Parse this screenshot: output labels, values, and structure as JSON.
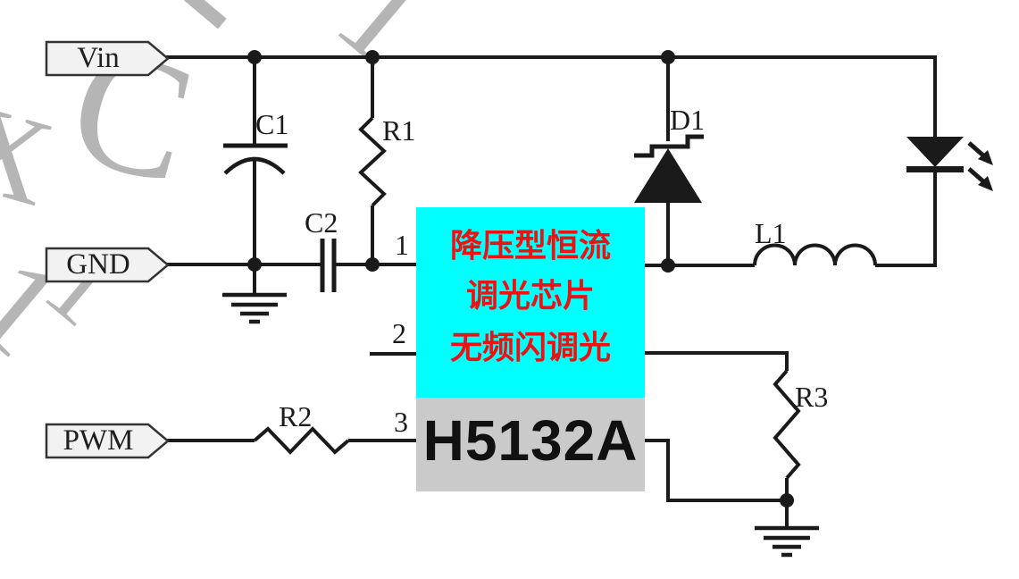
{
  "connectors": {
    "vin": {
      "label": "Vin"
    },
    "gnd": {
      "label": "GND"
    },
    "pwm": {
      "label": "PWM"
    }
  },
  "components": {
    "c1": {
      "label": "C1",
      "symbol": "polarized-capacitor"
    },
    "c2": {
      "label": "C2",
      "symbol": "capacitor"
    },
    "r1": {
      "label": "R1",
      "symbol": "resistor"
    },
    "r2": {
      "label": "R2",
      "symbol": "resistor"
    },
    "r3": {
      "label": "R3",
      "symbol": "resistor"
    },
    "d1": {
      "label": "D1",
      "symbol": "schottky-diode"
    },
    "l1": {
      "label": "L1",
      "symbol": "inductor"
    },
    "led": {
      "symbol": "led-with-emission-arrows"
    },
    "ground": {
      "symbol": "earth-ground"
    }
  },
  "chip": {
    "part_number": "H5132A",
    "description_lines": [
      "降压型恒流",
      "调光芯片",
      "无频闪调光"
    ],
    "pin_labels": {
      "pin1": "1",
      "pin2": "2",
      "pin3": "3"
    },
    "colors": {
      "info_box": "#00ffff",
      "name_box": "#cacaca",
      "description_text": "#ee1111"
    }
  },
  "colors": {
    "wire": "#1a1a1a",
    "background": "#ffffff",
    "watermark": "#b5b5b5",
    "connector_fill": "#f2f2f2",
    "connector_border": "#333333"
  }
}
